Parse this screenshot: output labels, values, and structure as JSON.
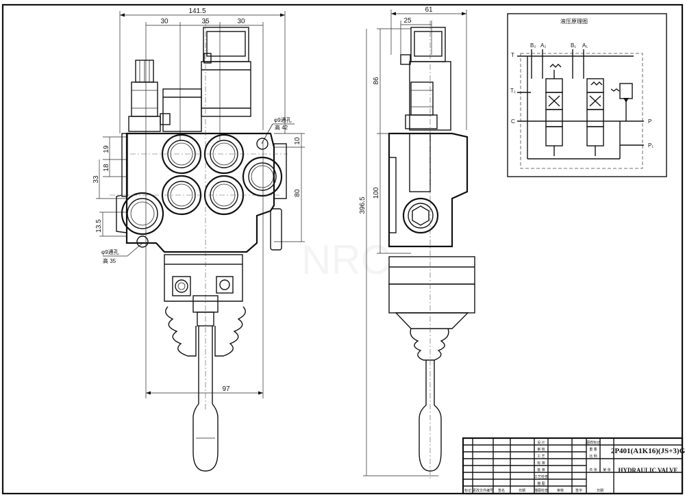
{
  "front_view": {
    "dims": {
      "overall_width": "141.5",
      "w_left": "30",
      "w_mid": "35",
      "w_right": "30",
      "h_19": "19",
      "h_18": "18",
      "h_33": "33",
      "h_13_5": "13.5",
      "h_10": "10",
      "h_80": "80",
      "lever_97": "97"
    },
    "notes": {
      "hole_top": "φ9通孔",
      "hole_top_depth": "高 42",
      "hole_bottom": "φ9通孔",
      "hole_bottom_depth": "高 35"
    }
  },
  "side_view": {
    "dims": {
      "width_61": "61",
      "width_25": "25",
      "h_86": "86",
      "h_100": "100",
      "total_396_5": "396.5"
    }
  },
  "schematic": {
    "title": "液压原理图",
    "ports": {
      "b2": "B₂",
      "a2": "A₂",
      "b1": "B₁",
      "a1": "A₁",
      "t": "T",
      "t1": "T₁",
      "c": "C",
      "p": "P",
      "p1": "P₁"
    }
  },
  "title_block": {
    "model": "2P401(A1K16)(JS+3)G",
    "name": "HYDRAULIC VALVE",
    "labels": [
      "设 计",
      "审 核",
      "工 艺",
      "标 准",
      "批 准",
      "工艺检查",
      "描 图",
      "描图检查"
    ],
    "small": [
      "图样标记",
      "重 量",
      "比 例",
      "共 张",
      "第 张"
    ],
    "bottom_row": [
      "标记",
      "更改文件编号",
      "签名",
      "日期",
      "审核",
      "签字",
      "日期"
    ]
  },
  "watermark": "NRC"
}
